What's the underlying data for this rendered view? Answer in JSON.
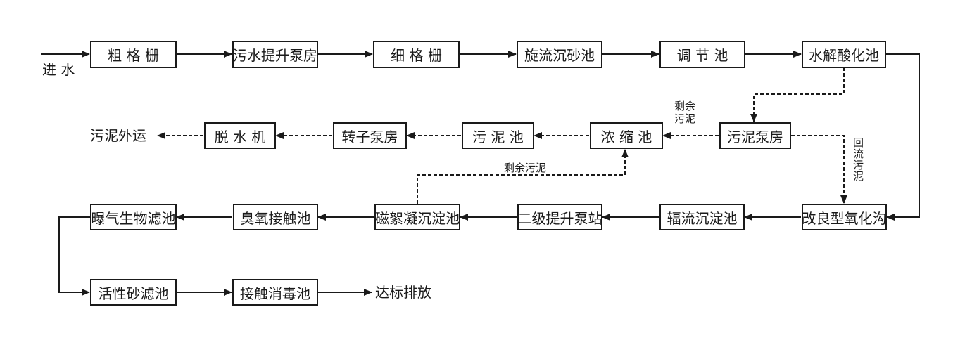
{
  "inlet": "进 水",
  "outlet": "达标排放",
  "sludge_out": "污泥外运",
  "nodes": {
    "coarse_screen": "粗 格 栅",
    "lift_pump": "污水提升泵房",
    "fine_screen": "细 格 栅",
    "grit_chamber": "旋流沉砂池",
    "equalization": "调 节 池",
    "hydrolysis": "水解酸化池",
    "sludge_pump": "污泥泵房",
    "thickener": "浓 缩 池",
    "sludge_tank": "污 泥 池",
    "rotor_pump": "转子泵房",
    "dewatering": "脱 水 机",
    "oxidation_ditch": "改良型氧化沟",
    "radial_clarifier": "辐流沉淀池",
    "secondary_lift": "二级提升泵站",
    "magnetic_floc": "磁絮凝沉淀池",
    "ozone_contact": "臭氧接触池",
    "baf": "曝气生物滤池",
    "sand_filter": "活性砂滤池",
    "disinfection": "接触消毒池"
  },
  "edge_labels": {
    "excess_sludge_1": "剩余\n污泥",
    "excess_sludge_2": "剩余污泥",
    "return_sludge": "回流污泥"
  },
  "colors": {
    "line": "#1a1a1a",
    "box_border": "#1a1a1a",
    "background": "#ffffff"
  }
}
